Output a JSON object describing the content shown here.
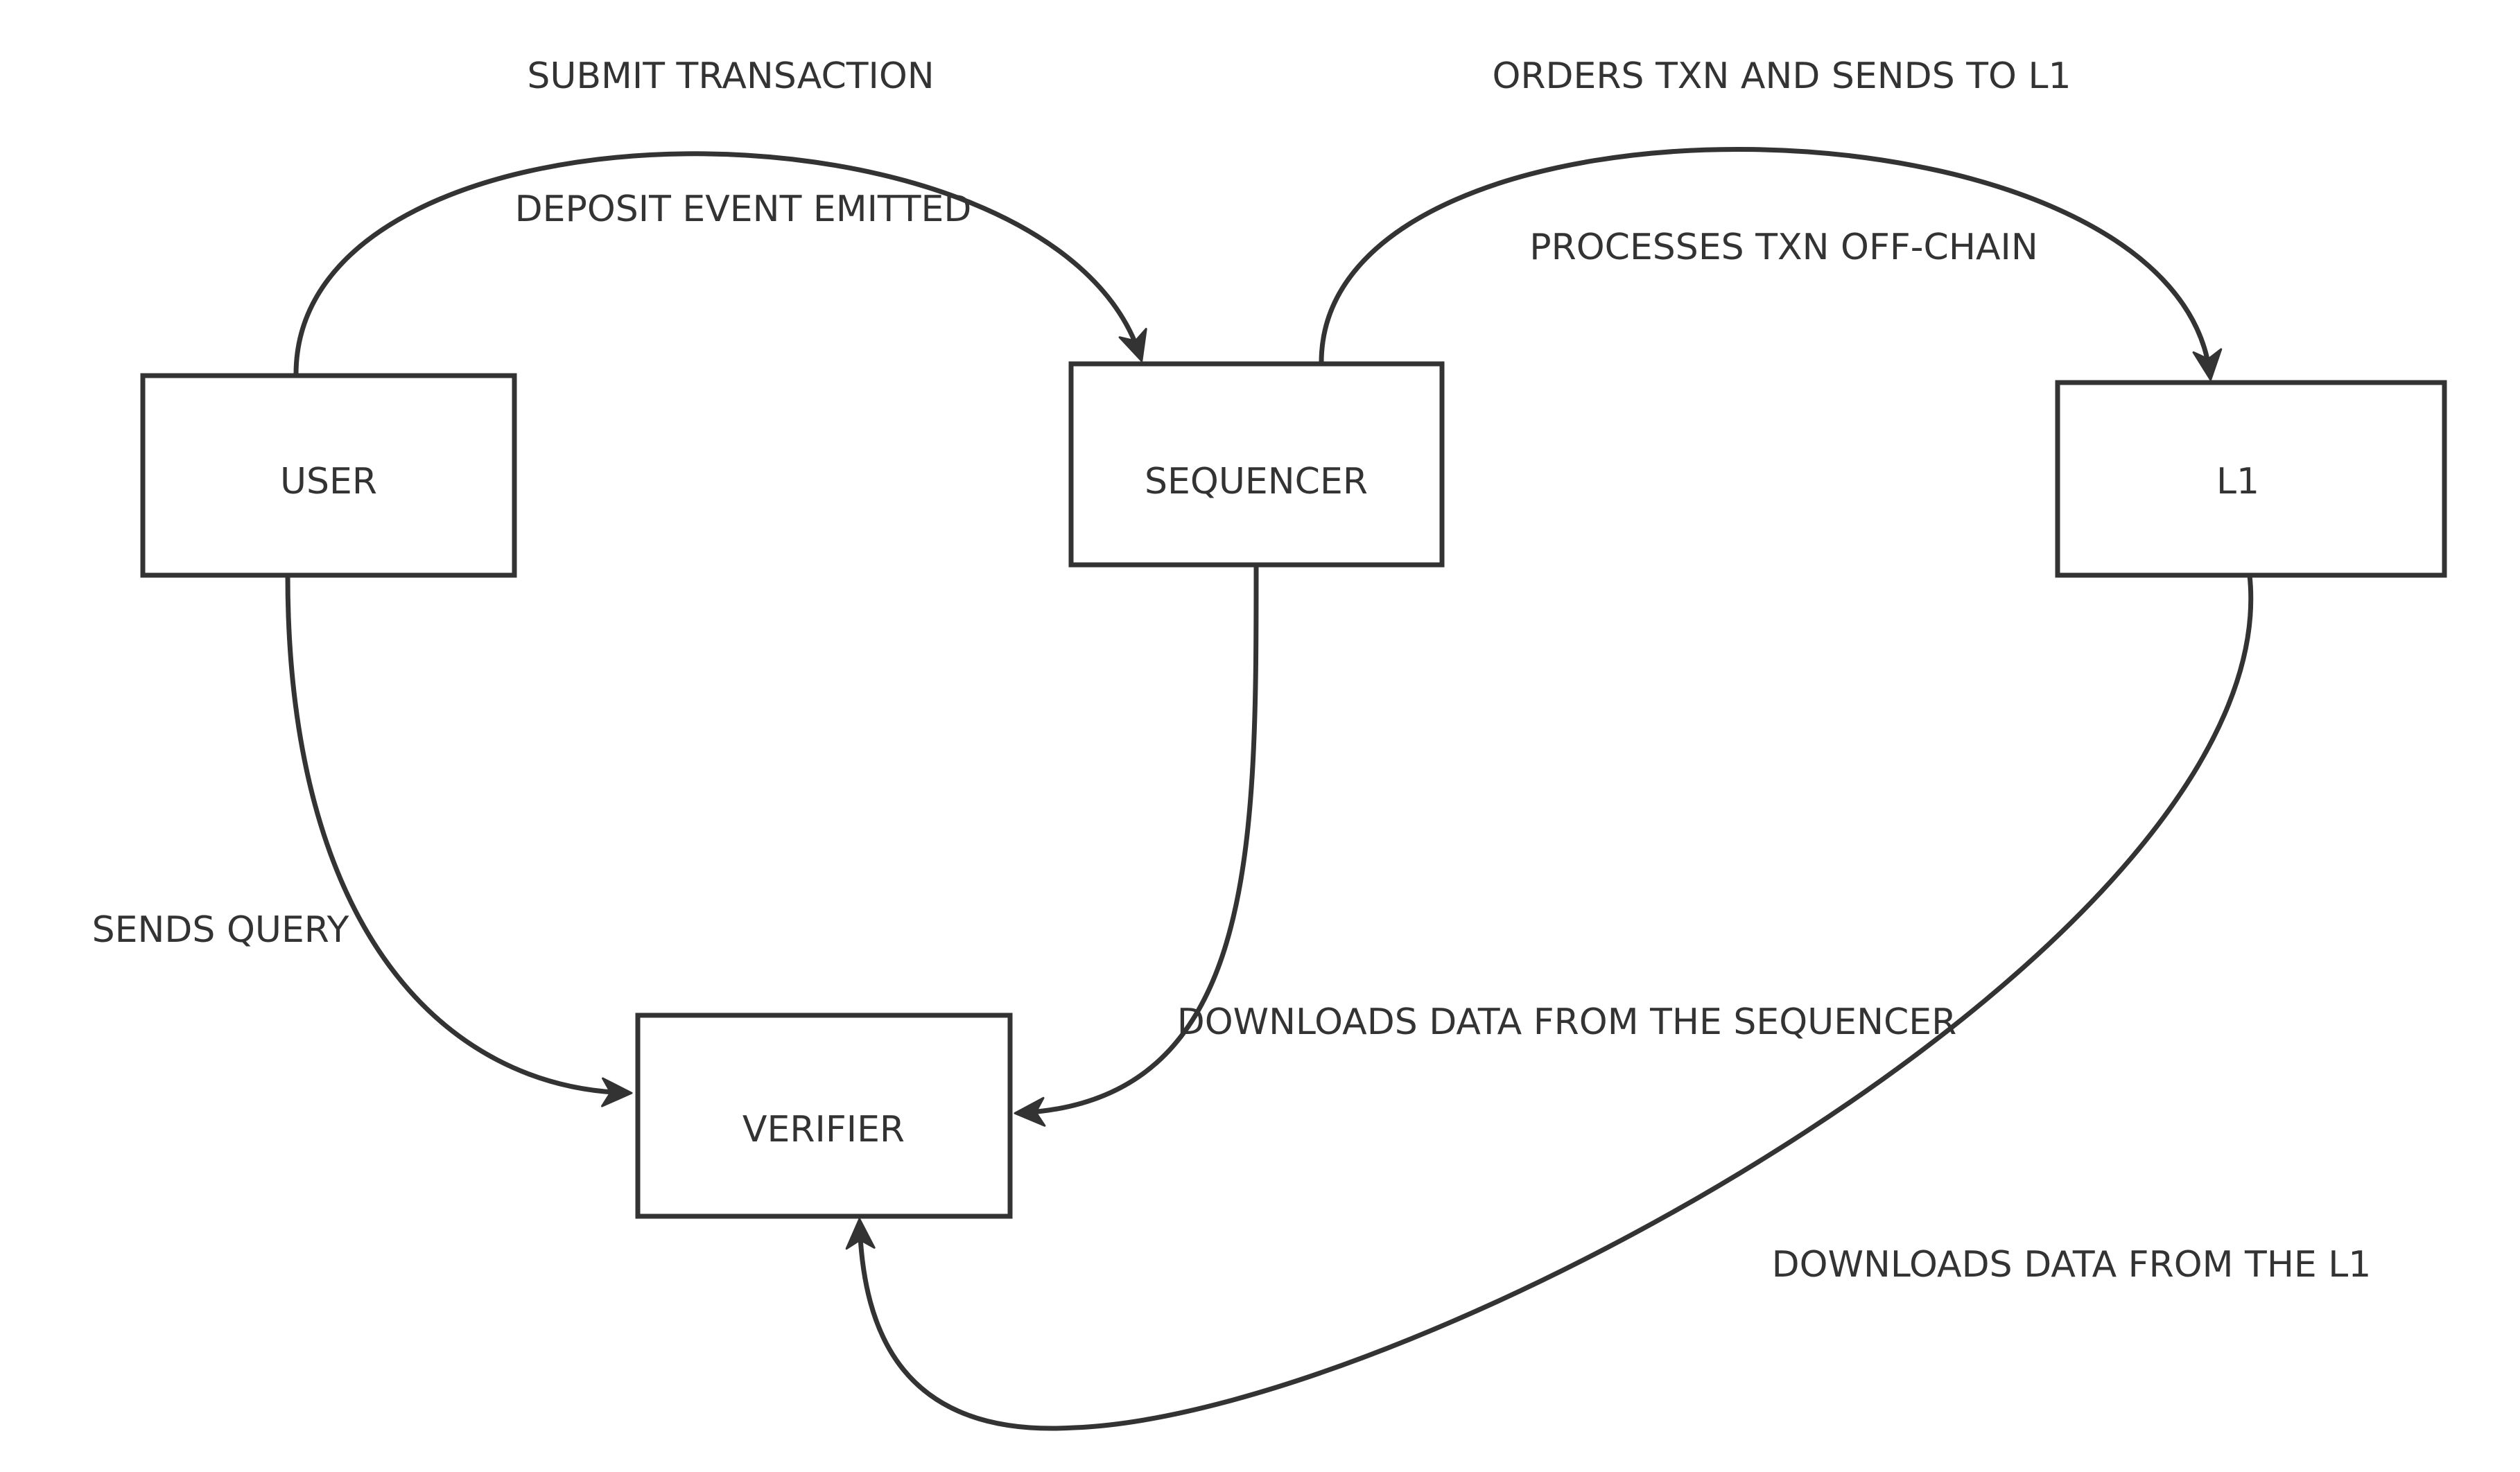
{
  "colors": {
    "stroke": "#333333",
    "text": "#333333",
    "background": "#ffffff"
  },
  "nodes": {
    "user": "USER",
    "sequencer": "SEQUENCER",
    "l1": "L1",
    "verifier": "VERIFIER"
  },
  "edges": {
    "submit_transaction": "SUBMIT TRANSACTION",
    "deposit_event_emitted": "DEPOSIT EVENT EMITTED",
    "orders_txn": "ORDERS TXN AND SENDS TO L1",
    "processes_txn": "PROCESSES TXN OFF-CHAIN",
    "sends_query": "SENDS QUERY",
    "downloads_from_sequencer": "DOWNLOADS DATA FROM THE SEQUENCER",
    "downloads_from_l1": "DOWNLOADS DATA FROM THE L1"
  }
}
